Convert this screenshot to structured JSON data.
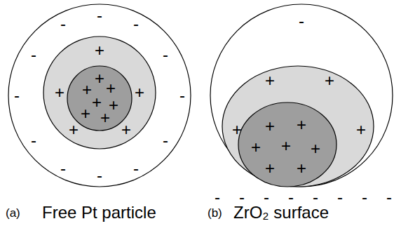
{
  "diagram": {
    "labels": [
      "-",
      "-",
      "-",
      "-",
      "-",
      "-",
      "-",
      "-",
      "-",
      "-",
      "-",
      "-",
      "+",
      "+",
      "+",
      "+",
      "+",
      "+",
      "+",
      "+",
      "+",
      "+",
      "+",
      "+",
      "-",
      "+",
      "+",
      "+",
      "+",
      "+",
      "+",
      "+",
      "+",
      "+",
      "+",
      "+",
      "-",
      "-",
      "-",
      "-",
      "-",
      "-",
      "-",
      "-",
      "(a)",
      "Free Pt particle",
      "(b)",
      "ZrO₂ surface"
    ]
  }
}
